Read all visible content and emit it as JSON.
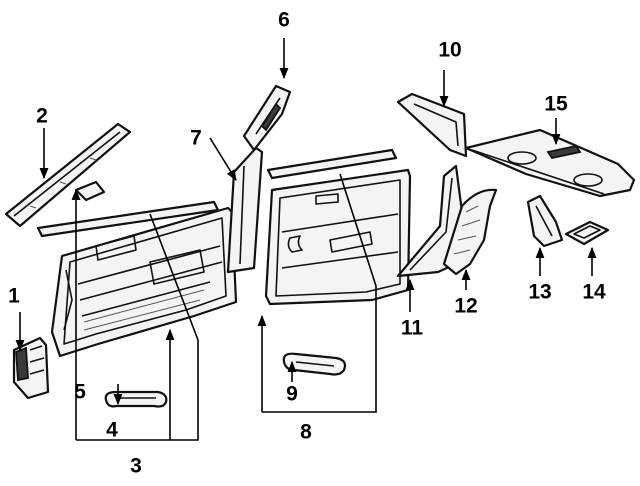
{
  "callouts": [
    "1",
    "2",
    "3",
    "4",
    "5",
    "6",
    "7",
    "8",
    "9",
    "10",
    "11",
    "12",
    "13",
    "14",
    "15"
  ],
  "colors": {
    "line": "#111111",
    "fill": "#f4f4f4",
    "background": "#ffffff"
  }
}
